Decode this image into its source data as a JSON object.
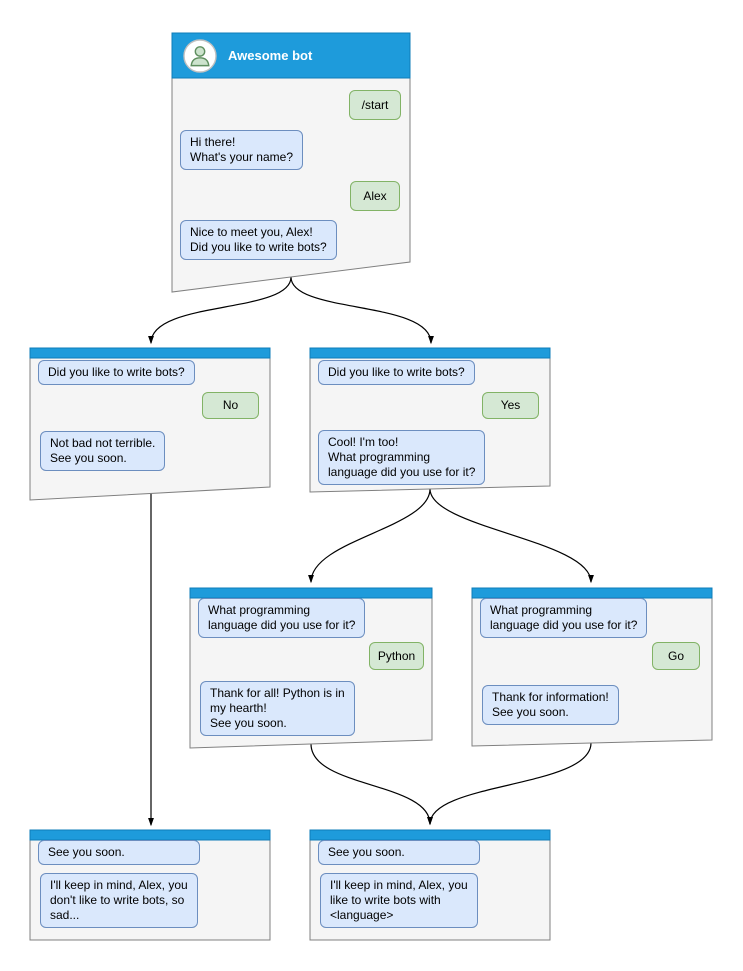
{
  "colors": {
    "header-blue": "#1E9BDB",
    "header-border": "#0F7CB8",
    "window-bg": "#F5F5F5",
    "window-border": "#808080",
    "bot-fill": "#DAE8FC",
    "bot-stroke": "#6C8EBF",
    "user-fill": "#D5E8D4",
    "user-stroke": "#82B366",
    "arrow": "#000000"
  },
  "windows": {
    "main": {
      "title": "Awesome bot",
      "messages": {
        "start": "/start",
        "ask_name": "Hi there!\nWhat's your name?",
        "name_reply": "Alex",
        "ask_bots": "Nice to meet you, Alex!\nDid you like to write bots?"
      }
    },
    "no_branch": {
      "question": "Did you like to write bots?",
      "answer": "No",
      "reply": "Not bad not terrible.\nSee you soon."
    },
    "yes_branch": {
      "question": "Did you like to write bots?",
      "answer": "Yes",
      "reply": "Cool! I'm too!\nWhat programming\nlanguage did you use for it?"
    },
    "python_branch": {
      "question": "What programming\nlanguage did you use for it?",
      "answer": "Python",
      "reply": "Thank for all! Python is in\nmy hearth!\nSee you soon."
    },
    "go_branch": {
      "question": "What programming\nlanguage did you use for it?",
      "answer": "Go",
      "reply": "Thank for information!\nSee you soon."
    },
    "end_no": {
      "intro": "See you soon.",
      "reply": "I'll keep in mind, Alex, you\ndon't like to write bots, so\nsad..."
    },
    "end_yes": {
      "intro": "See you soon.",
      "reply": "I'll keep in mind, Alex, you\nlike to write bots with\n<language>"
    }
  }
}
